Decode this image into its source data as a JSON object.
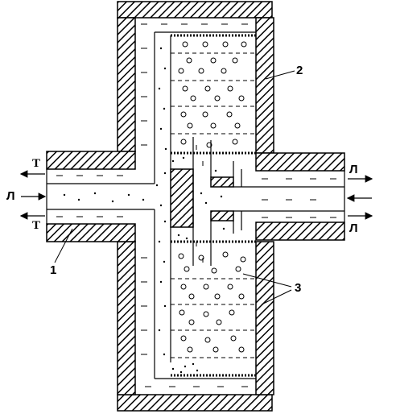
{
  "diagram": {
    "labels": {
      "top_left_T": "T",
      "left_L": "Л",
      "bottom_left_T": "T",
      "top_right_L": "Л",
      "bottom_right_L": "Л",
      "callout_1": "1",
      "callout_2": "2",
      "callout_3": "3"
    },
    "colors": {
      "stroke": "#000000",
      "background": "#ffffff"
    }
  }
}
